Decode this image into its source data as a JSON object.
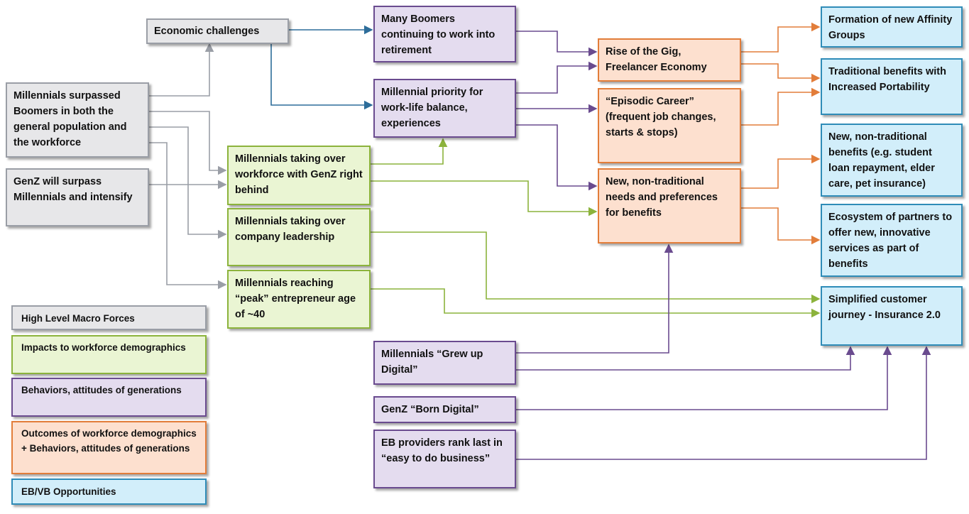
{
  "colors": {
    "grey_fill": "#e7e7e9",
    "grey_border": "#9a9ea6",
    "green_fill": "#eaf5d3",
    "green_border": "#8cb33c",
    "purple_fill": "#e4dcef",
    "purple_border": "#6a4b8f",
    "orange_fill": "#fde0cf",
    "orange_border": "#e27d3a",
    "blue_fill": "#d2eefa",
    "blue_border": "#2f8cb8",
    "arrow_grey": "#9a9ea6",
    "arrow_green": "#8cb33c",
    "arrow_purple": "#6a4b8f",
    "arrow_orange": "#e27d3a",
    "arrow_blue": "#2d6d9a"
  },
  "nodes": {
    "economic_challenges": "Economic challenges",
    "millennials_surpassed": "Millennials surpassed Boomers in both the general population and the workforce",
    "genz_surpass": "GenZ will surpass Millennials and intensify",
    "taking_over_workforce": "Millennials taking over workforce with GenZ right behind",
    "taking_over_leadership": "Millennials taking over company leadership",
    "peak_entrepreneur": "Millennials reaching “peak” entrepreneur age of ~40",
    "boomers_working": "Many Boomers continuing to work into retirement",
    "work_life_balance": "Millennial priority for work-life balance, experiences",
    "grew_up_digital": "Millennials “Grew up Digital”",
    "born_digital": "GenZ “Born Digital”",
    "eb_providers": "EB providers rank last in “easy to do business”",
    "gig_economy": "Rise of the Gig, Freelancer Economy",
    "episodic_career": "“Episodic Career” (frequent job changes, starts & stops)",
    "nontraditional_needs": "New, non-traditional needs and preferences for benefits",
    "affinity_groups": "Formation of new Affinity Groups",
    "portability": "Traditional benefits with Increased Portability",
    "nontraditional_benefits": "New, non-traditional benefits (e.g. student loan repayment, elder care, pet insurance)",
    "ecosystem": "Ecosystem of partners to offer new, innovative services as part of benefits",
    "simplified_journey": "Simplified customer journey - Insurance 2.0"
  },
  "legend": {
    "macro": "High Level Macro Forces",
    "impacts": "Impacts to workforce demographics",
    "behaviors": "Behaviors, attitudes of generations",
    "outcomes": "Outcomes of workforce demographics + Behaviors, attitudes of generations",
    "opportunities": "EB/VB Opportunities"
  }
}
